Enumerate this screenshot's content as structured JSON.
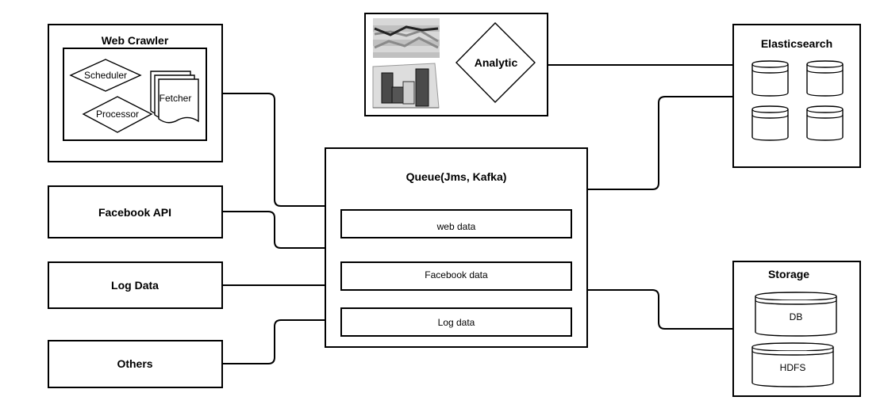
{
  "sources": {
    "web_crawler": {
      "title": "Web Crawler",
      "scheduler": "Scheduler",
      "processor": "Processor",
      "fetcher": "Fetcher"
    },
    "facebook_api": "Facebook API",
    "log_data": "Log Data",
    "others": "Others"
  },
  "queue": {
    "title": "Queue(Jms, Kafka)",
    "items": [
      "web data",
      "Facebook data",
      "Log data"
    ]
  },
  "analytic": {
    "label": "Analytic"
  },
  "elasticsearch": {
    "title": "Elasticsearch"
  },
  "storage": {
    "title": "Storage",
    "db": "DB",
    "hdfs": "HDFS"
  },
  "colors": {
    "stroke": "#000000",
    "background": "#ffffff",
    "chart_dark": "#444444",
    "chart_grey": "#8a8a8a"
  }
}
